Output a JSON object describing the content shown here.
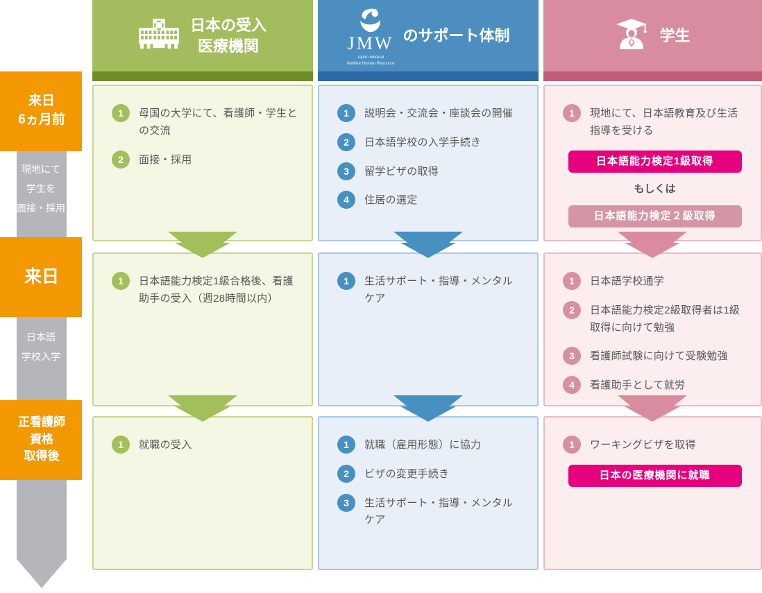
{
  "title": "外国人看護師受入フロー図",
  "colors": {
    "orange": "#f39800",
    "gray_ribbon": "#b4b6bc",
    "green_header": "#a3bc5e",
    "green_dark": "#6f8e29",
    "blue_header": "#4c8ec0",
    "blue_dark": "#2e6ba6",
    "pink_header": "#d98b9f",
    "pink_dark": "#c05e7a",
    "badge_magenta": "#e6007e",
    "badge_muted_pink": "#d495a5"
  },
  "timeline": {
    "milestones": [
      {
        "label": "来日\n6ヵ月前",
        "sub": "現地にて\n学生を\n面接・採用"
      },
      {
        "label": "来日",
        "sub": "日本語\n学校入学"
      },
      {
        "label": "正看護師\n資格\n取得後",
        "sub": ""
      }
    ]
  },
  "columns": [
    {
      "key": "hospital",
      "header": {
        "title": "日本の受入\n医療機関",
        "icon": "hospital-icon"
      },
      "rows": [
        {
          "items": [
            {
              "n": "1",
              "text": "母国の大学にて、看護師・学生との交流"
            },
            {
              "n": "2",
              "text": "面接・採用"
            }
          ]
        },
        {
          "items": [
            {
              "n": "1",
              "text": "日本語能力検定1級合格後、看護助手の受入（週28時間以内）"
            }
          ]
        },
        {
          "items": [
            {
              "n": "1",
              "text": "就職の受入"
            }
          ]
        }
      ]
    },
    {
      "key": "jmw",
      "header": {
        "logo_text": "JMW",
        "tagline": "Japan Medical\nWelfare Human Resource",
        "suffix": "のサポート体制",
        "icon": "jmw-logo-icon"
      },
      "rows": [
        {
          "items": [
            {
              "n": "1",
              "text": "説明会・交流会・座談会の開催"
            },
            {
              "n": "2",
              "text": "日本語学校の入学手続き"
            },
            {
              "n": "3",
              "text": "留学ビザの取得"
            },
            {
              "n": "4",
              "text": "住居の選定"
            }
          ]
        },
        {
          "items": [
            {
              "n": "1",
              "text": "生活サポート・指導・メンタルケア"
            }
          ]
        },
        {
          "items": [
            {
              "n": "1",
              "text": "就職（雇用形態）に協力"
            },
            {
              "n": "2",
              "text": "ビザの変更手続き"
            },
            {
              "n": "3",
              "text": "生活サポート・指導・メンタルケア"
            }
          ]
        }
      ]
    },
    {
      "key": "student",
      "header": {
        "title": "学生",
        "icon": "graduate-icon"
      },
      "rows": [
        {
          "items": [
            {
              "n": "1",
              "text": "現地にて、日本語教育及び生活指導を受ける"
            }
          ],
          "badge_primary": "日本語能力検定1級取得",
          "or_text": "もしくは",
          "badge_secondary": "日本語能力検定２級取得"
        },
        {
          "items": [
            {
              "n": "1",
              "text": "日本語学校通学"
            },
            {
              "n": "2",
              "text": "日本語能力検定2級取得者は1級取得に向けて勉強"
            },
            {
              "n": "3",
              "text": "看護師試験に向けて受験勉強"
            },
            {
              "n": "4",
              "text": "看護助手として就労"
            }
          ]
        },
        {
          "items": [
            {
              "n": "1",
              "text": "ワーキングビザを取得"
            }
          ],
          "badge_primary": "日本の医療機関に就職"
        }
      ]
    }
  ]
}
